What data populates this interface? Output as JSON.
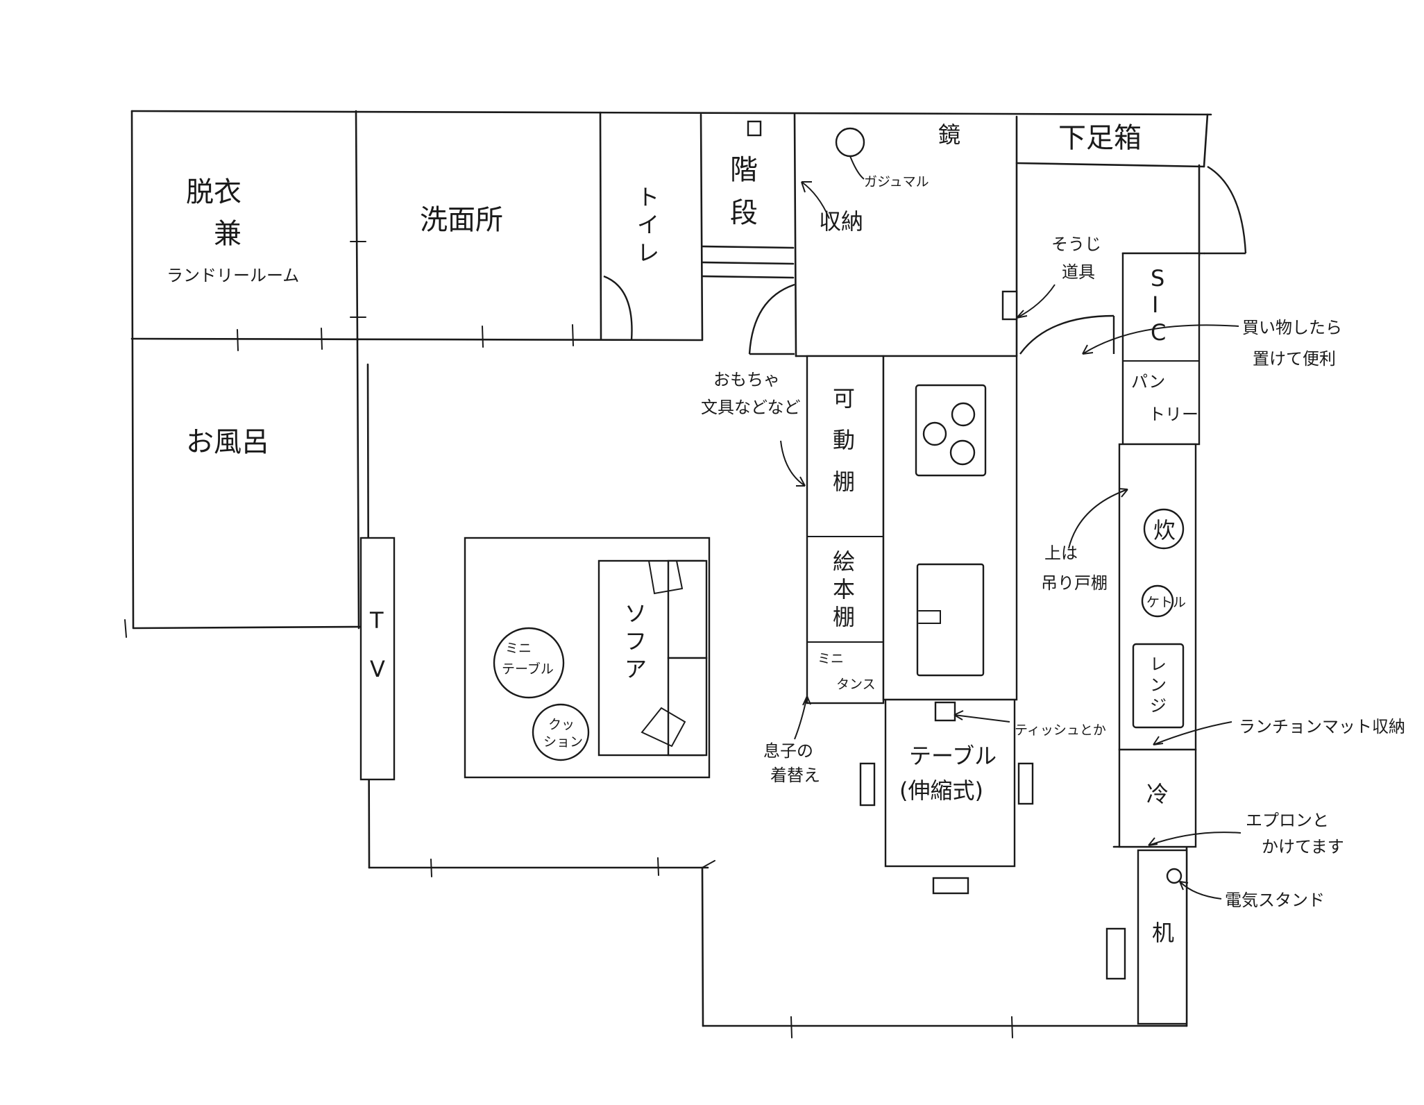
{
  "rooms": {
    "datsui": [
      "脱衣",
      "兼",
      "ランドリールーム"
    ],
    "senmen": "洗面所",
    "toilet": [
      "ト",
      "イ",
      "レ"
    ],
    "kaidan": [
      "階",
      "段"
    ],
    "ofuro": "お風呂",
    "geta": "下足箱",
    "kagami": "鏡",
    "sic": [
      "S",
      "I",
      "C"
    ],
    "pantry": [
      "パン",
      "トリー"
    ],
    "kado": [
      "可",
      "動",
      "棚"
    ],
    "ehon": [
      "絵",
      "本",
      "棚"
    ],
    "mini_tansu": [
      "ミニ",
      "タンス"
    ],
    "tv": [
      "T",
      "V"
    ],
    "sofa": [
      "ソ",
      "フ",
      "ア"
    ],
    "mini_table": [
      "ミニ",
      "テーブル"
    ],
    "cushion": [
      "クッ",
      "ション"
    ],
    "table": [
      "テーブル",
      "(伸縮式)"
    ],
    "suihan": "炊",
    "pot": "ケトル",
    "range": [
      "レ",
      "ン",
      "ジ"
    ],
    "rei": "冷",
    "desk": "机"
  },
  "notes": {
    "gajumaru": "ガジュマル",
    "shuno": "収納",
    "souji": [
      "そうじ",
      "道具"
    ],
    "kaimono": [
      "買い物したら",
      "置けて便利"
    ],
    "omocha": [
      "おもちゃ",
      "文具などなど"
    ],
    "tsuri": [
      "上は",
      "吊り戸棚"
    ],
    "kigae": [
      "息子の",
      "着替え"
    ],
    "tissue": "ティッシュとか",
    "luncheon": "ランチョンマット収納",
    "apron": [
      "エプロンと",
      "かけてます"
    ],
    "stand": "電気スタンド"
  }
}
